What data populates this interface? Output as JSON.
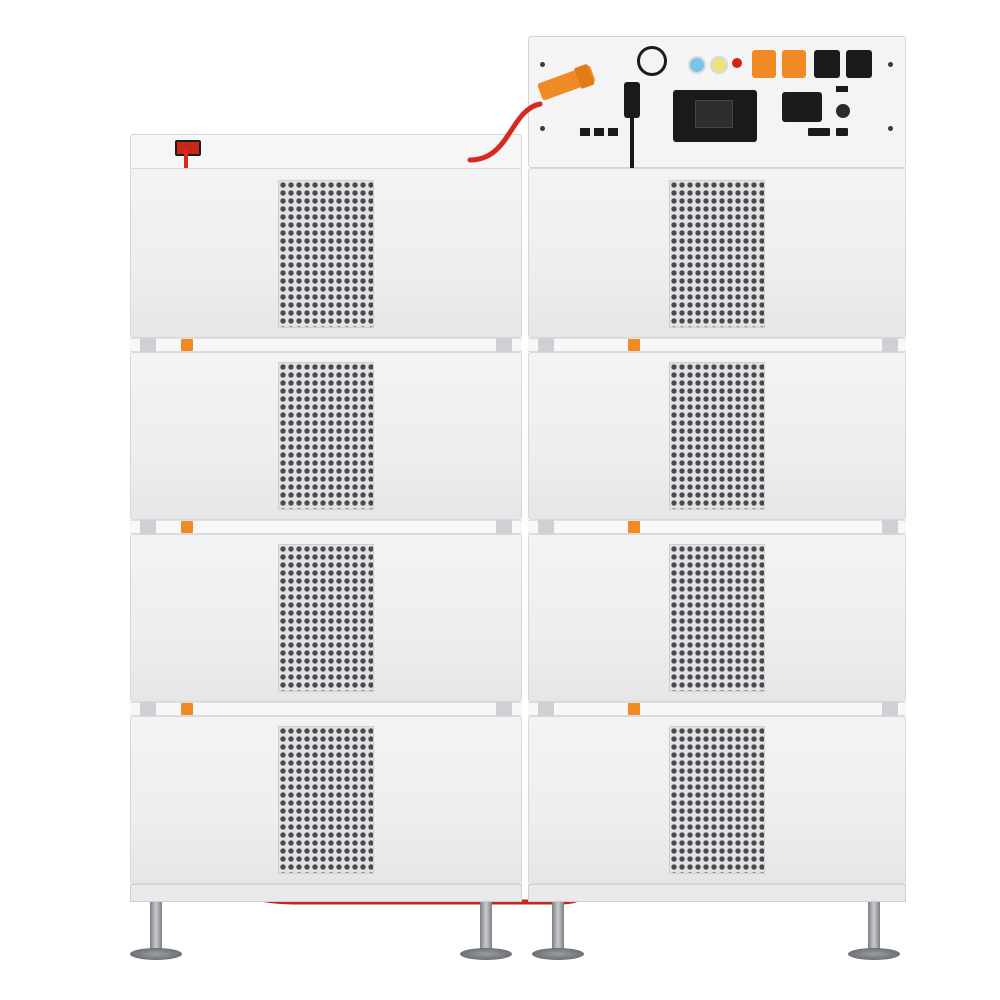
{
  "image": {
    "subject": "stacked-battery-storage-system",
    "colors": {
      "casing": "#efeff0",
      "grille": "#4a4a4e",
      "accent_orange": "#f08a24",
      "cable_red": "#d42a1f",
      "control_black": "#1a1a1a"
    },
    "left_column": {
      "module_count": 4
    },
    "right_column": {
      "module_count": 4,
      "has_control_box": true
    },
    "feet_count": 4,
    "icons": [
      "power-switch-icon",
      "dc-connector-icon",
      "indicator-led-icon",
      "breaker-icon"
    ]
  }
}
